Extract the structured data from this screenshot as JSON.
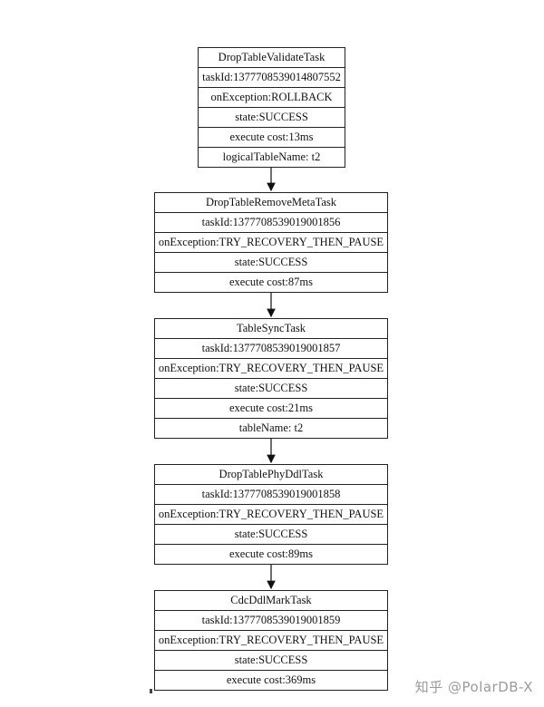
{
  "nodes": [
    {
      "title": "DropTableValidateTask",
      "fields": [
        "taskId:1377708539014807552",
        "onException:ROLLBACK",
        "state:SUCCESS",
        "execute cost:13ms",
        "logicalTableName: t2"
      ]
    },
    {
      "title": "DropTableRemoveMetaTask",
      "fields": [
        "taskId:1377708539019001856",
        "onException:TRY_RECOVERY_THEN_PAUSE",
        "state:SUCCESS",
        "execute cost:87ms"
      ]
    },
    {
      "title": "TableSyncTask",
      "fields": [
        "taskId:1377708539019001857",
        "onException:TRY_RECOVERY_THEN_PAUSE",
        "state:SUCCESS",
        "execute cost:21ms",
        "tableName: t2"
      ]
    },
    {
      "title": "DropTablePhyDdlTask",
      "fields": [
        "taskId:1377708539019001858",
        "onException:TRY_RECOVERY_THEN_PAUSE",
        "state:SUCCESS",
        "execute cost:89ms"
      ]
    },
    {
      "title": "CdcDdlMarkTask",
      "fields": [
        "taskId:1377708539019001859",
        "onException:TRY_RECOVERY_THEN_PAUSE",
        "state:SUCCESS",
        "execute cost:369ms"
      ]
    }
  ],
  "edges": [
    [
      0,
      1
    ],
    [
      1,
      2
    ],
    [
      2,
      3
    ],
    [
      3,
      4
    ]
  ],
  "watermark": "知乎 @PolarDB-X"
}
